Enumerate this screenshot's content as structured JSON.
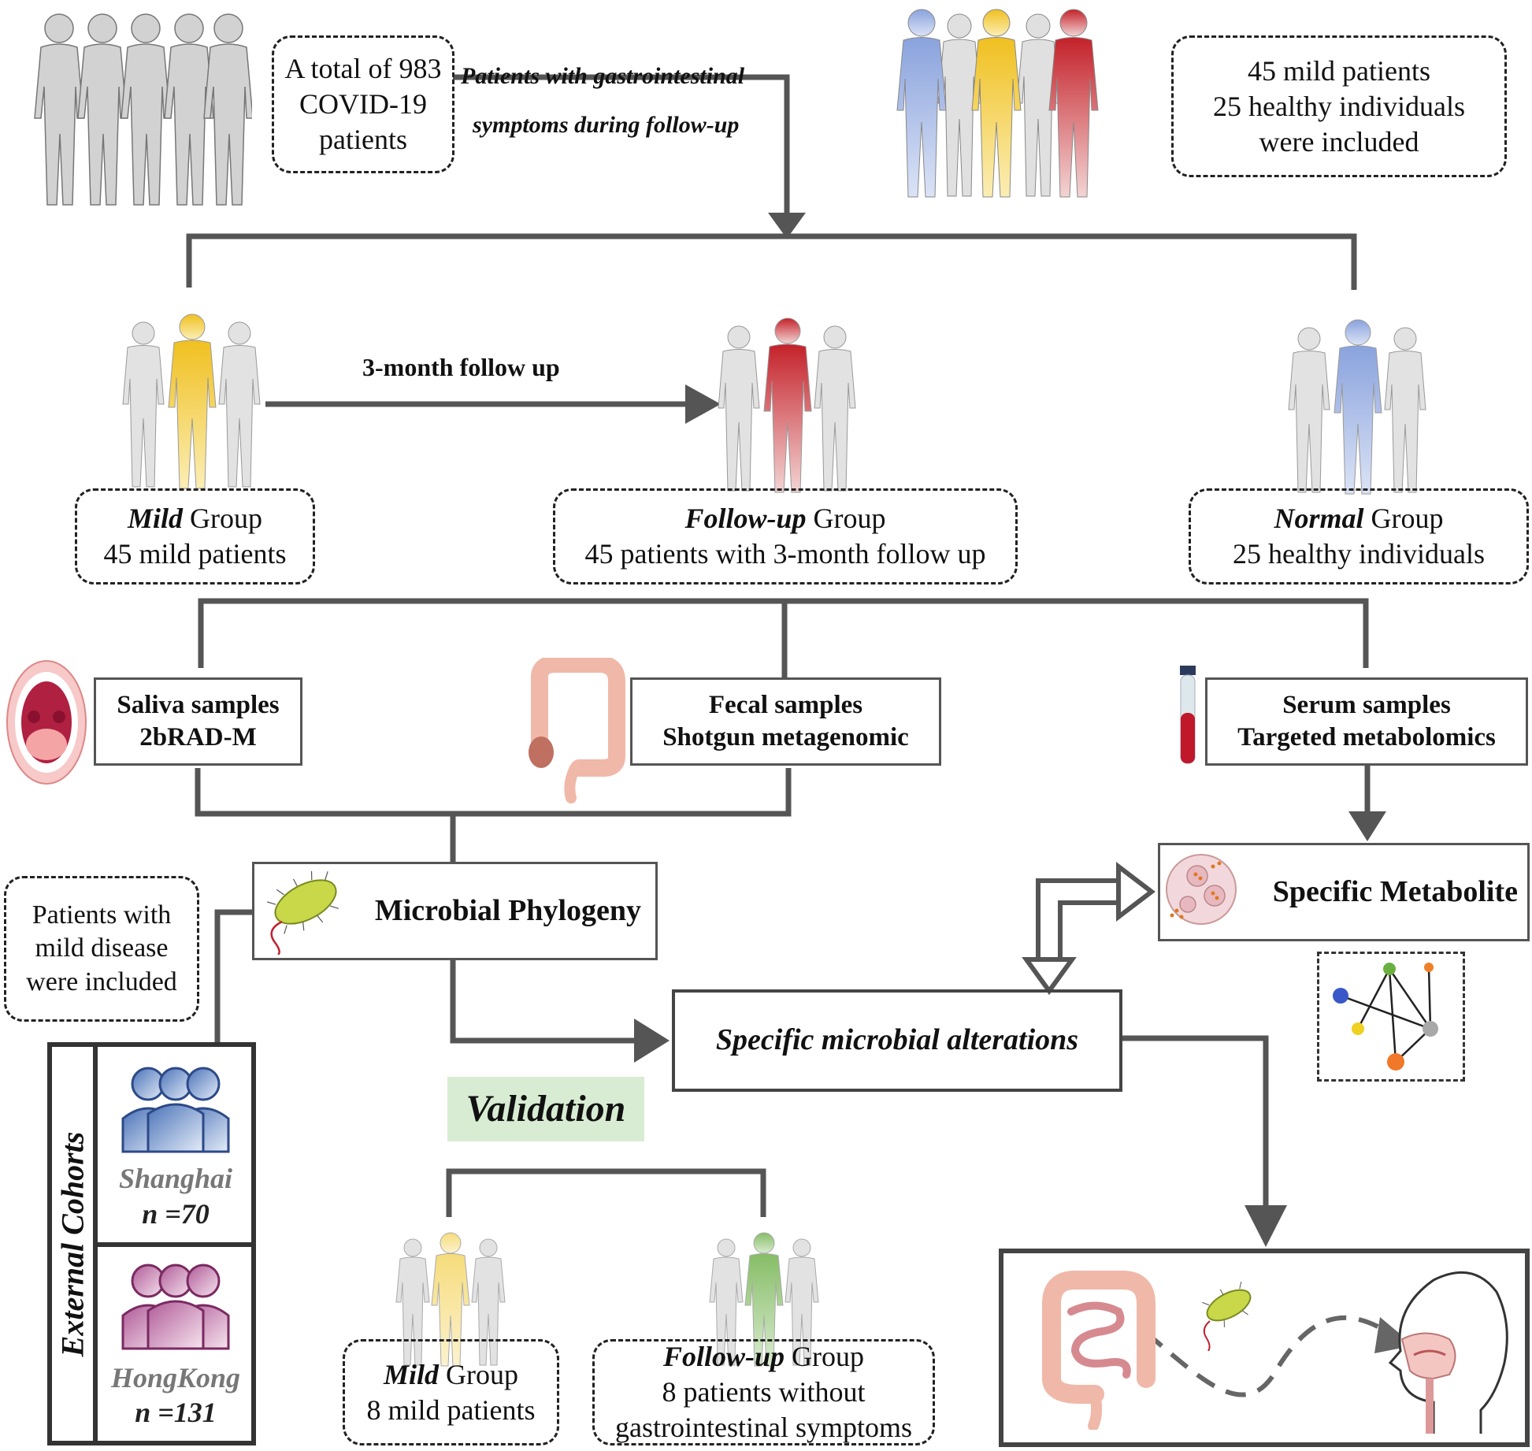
{
  "header": {
    "total_line1": "A total of 983",
    "total_line2": "COVID-19",
    "total_line3": "patients",
    "gi_line1": "Patients with gastrointestinal",
    "gi_line2": "symptoms during follow-up",
    "included_line1": "45 mild patients",
    "included_line2": "25 healthy individuals",
    "included_line3": "were included"
  },
  "arrow_label": "3-month follow up",
  "groups": {
    "mild_title": "Mild",
    "follow_title": "Follow-up",
    "normal_title": "Normal",
    "group_word": "Group",
    "mild_desc": "45 mild patients",
    "follow_desc": "45 patients with 3-month follow up",
    "normal_desc": "25 healthy individuals"
  },
  "samples": {
    "saliva_1": "Saliva samples",
    "saliva_2": "2bRAD-M",
    "fecal_1": "Fecal samples",
    "fecal_2": "Shotgun metagenomic",
    "serum_1": "Serum samples",
    "serum_2": "Targeted metabolomics"
  },
  "analysis": {
    "phylogeny": "Microbial Phylogeny",
    "metabolite": "Specific Metabolite",
    "alterations": "Specific microbial alterations"
  },
  "validation": {
    "label": "Validation",
    "included_1": "Patients with",
    "included_2": "mild disease",
    "included_3": "were included",
    "external": "External Cohorts",
    "shanghai": "Shanghai",
    "shanghai_n": "n =70",
    "hongkong": "HongKong",
    "hongkong_n": "n =131",
    "mild_title": "Mild",
    "group_word": "Group",
    "mild_desc": "8 mild patients",
    "follow_title": "Follow-up",
    "follow_desc_1": "8 patients without",
    "follow_desc_2": "gastrointestinal symptoms"
  },
  "colors": {
    "mild": "#f2c523",
    "followup": "#c8282e",
    "normal": "#8fa8df",
    "validation_followup": "#8cc06c",
    "validation_bg": "#d8ecd3",
    "shanghai": "#7f9fd0",
    "hongkong": "#c98fb8",
    "connector": "#555555"
  },
  "icons": [
    "silhouette-icon",
    "mouth-icon",
    "colon-icon",
    "blood-tube-icon",
    "bacterium-icon",
    "cell-icon",
    "network-icon",
    "people-group-icon",
    "gut-icon",
    "head-icon"
  ]
}
